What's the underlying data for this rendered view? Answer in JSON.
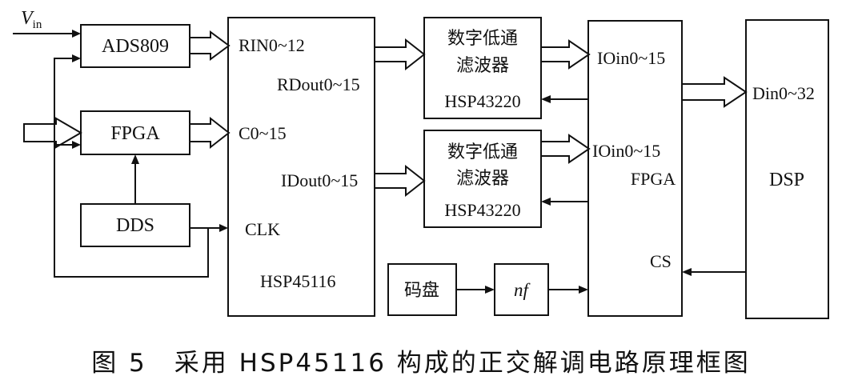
{
  "blocks": {
    "vin_main": "V",
    "vin_sub": "in",
    "ads809": "ADS809",
    "fpga_left": "FPGA",
    "dds": "DDS",
    "hsp45116": "HSP45116",
    "filter_line1": "数字低通",
    "filter_line2": "滤波器",
    "filter_chip": "HSP43220",
    "fpga_main": "FPGA",
    "dsp": "DSP",
    "encoder": "码盘",
    "nf": "nf"
  },
  "ports": {
    "rin": "RIN0~12",
    "c0": "C0~15",
    "clk": "CLK",
    "rdout": "RDout0~15",
    "idout": "IDout0~15",
    "ioin_top": "IOin0~15",
    "ioin_bottom": "IOin0~15",
    "cs": "CS",
    "din": "Din0~32"
  },
  "caption": "图 5　采用 HSP45116 构成的正交解调电路原理框图"
}
